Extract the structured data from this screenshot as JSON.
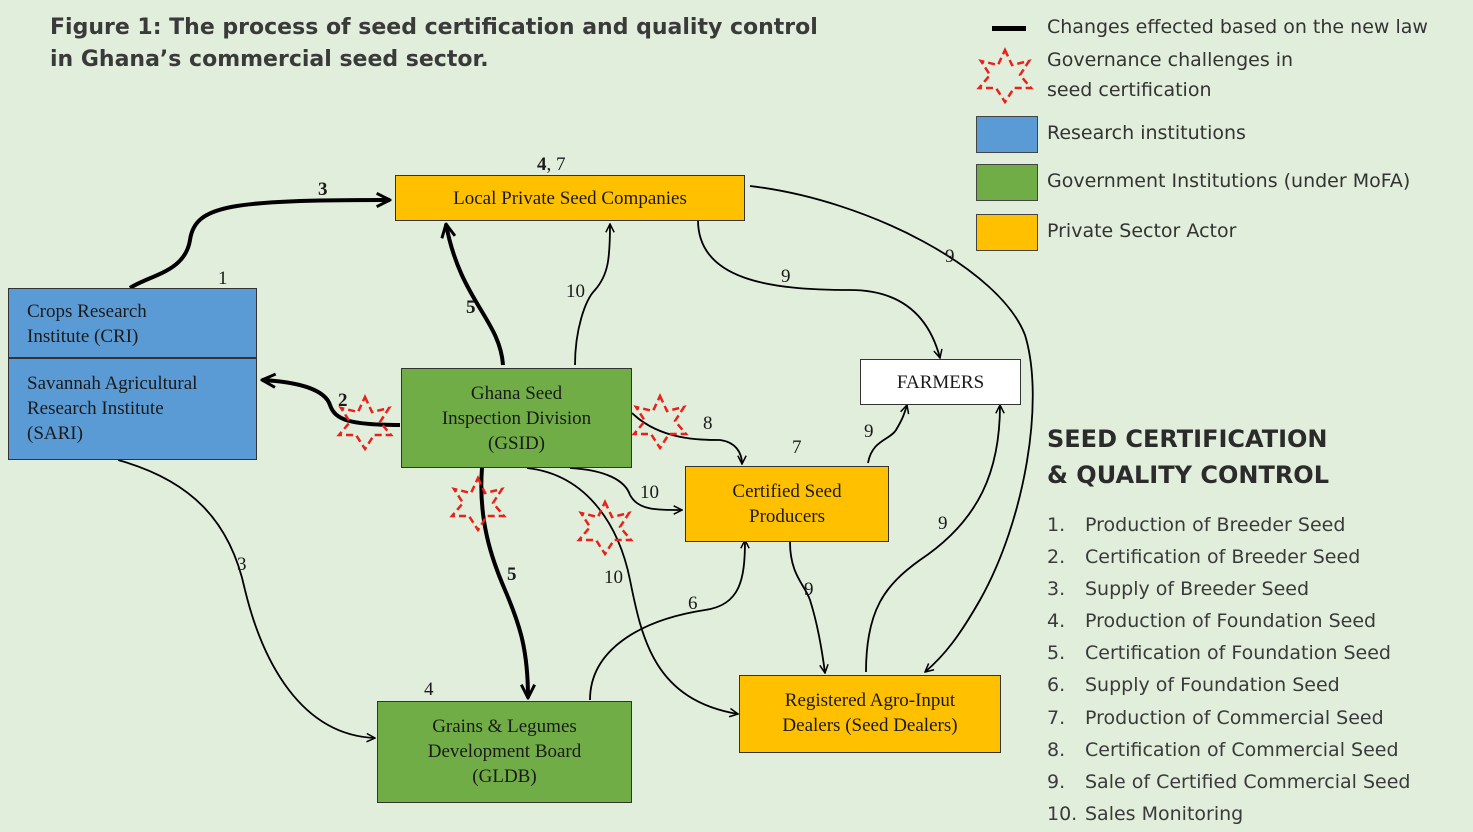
{
  "figure": {
    "title_line1": "Figure 1: The process of seed certification and quality control",
    "title_line2": "in Ghana’s commercial seed sector."
  },
  "legend": {
    "law_changes": "Changes effected based on the new law",
    "governance_line1": "Governance challenges in",
    "governance_line2": "seed certification",
    "research": "Research institutions",
    "government": "Government Institutions (under MoFA)",
    "private": "Private Sector Actor"
  },
  "colors": {
    "background": "#e1eedb",
    "research": "#5b9bd5",
    "government": "#70ad47",
    "private": "#ffc000",
    "challenge_star": "#e8221b"
  },
  "nodes": {
    "cri_line1": "Crops Research",
    "cri_line2": "Institute (CRI)",
    "sari_line1": "Savannah Agricultural",
    "sari_line2": "Research Institute",
    "sari_line3": "(SARI)",
    "local_private": "Local Private Seed Companies",
    "gsid_line1": "Ghana Seed",
    "gsid_line2": "Inspection Division",
    "gsid_line3": "(GSID)",
    "farmers": "FARMERS",
    "certified_line1": "Certified Seed",
    "certified_line2": "Producers",
    "dealers_line1": "Registered Agro-Input",
    "dealers_line2": "Dealers (Seed Dealers)",
    "gldb_line1": "Grains & Legumes",
    "gldb_line2": "Development Board",
    "gldb_line3": "(GLDB)"
  },
  "labels": {
    "node_cri": "1",
    "node_local_bold": "4",
    "node_local_rest": ", 7",
    "node_certified": "7",
    "node_gldb": "4",
    "arrow_cri_local": "3",
    "arrow_gsid_local": "5",
    "arrow_gsid_local_thin": "10",
    "arrow_gsid_research": "2",
    "arrow_local_farmers": "9",
    "arrow_local_dealers": "9",
    "arrow_gsid_certified": "8",
    "arrow_certified_farmers": "9",
    "arrow_gsid_certified_10": "10",
    "arrow_sari_gldb": "3",
    "arrow_gsid_gldb": "5",
    "arrow_gsid_dealers": "10",
    "arrow_gldb_certified": "6",
    "arrow_certified_dealers": "9",
    "arrow_dealers_farmers": "9"
  },
  "section": {
    "heading_line1": "SEED CERTIFICATION",
    "heading_line2": "& QUALITY CONTROL",
    "steps": [
      {
        "n": "1.",
        "text": "Production of Breeder Seed"
      },
      {
        "n": "2.",
        "text": "Certification of Breeder Seed"
      },
      {
        "n": "3.",
        "text": "Supply of Breeder Seed"
      },
      {
        "n": "4.",
        "text": "Production of Foundation Seed"
      },
      {
        "n": "5.",
        "text": "Certification of Foundation Seed"
      },
      {
        "n": "6.",
        "text": "Supply of Foundation Seed"
      },
      {
        "n": "7.",
        "text": "Production of Commercial Seed"
      },
      {
        "n": "8.",
        "text": "Certification of Commercial Seed"
      },
      {
        "n": "9.",
        "text": "Sale of Certified Commercial Seed"
      },
      {
        "n": "10.",
        "text": "Sales Monitoring"
      }
    ]
  }
}
